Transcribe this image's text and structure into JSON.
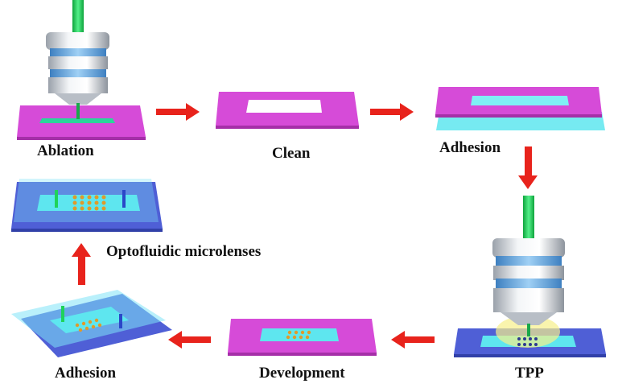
{
  "steps": {
    "ablation": "Ablation",
    "clean": "Clean",
    "adhesion_top": "Adhesion",
    "optofluidic": "Optofluidic microlenses",
    "adhesion_bottom": "Adhesion",
    "development": "Development",
    "tpp": "TPP"
  },
  "colors": {
    "arrow": "#e8231c",
    "magenta_film": "#d64bd8",
    "glass_cyan": "#5ee6ef",
    "substrate_blue": "#4f5fd6",
    "laser_green": "#1fd35a",
    "channel_green": "#2bd59a",
    "objective_silver": "#d9dde3",
    "objective_band": "#5aa0d8"
  },
  "icons": {
    "arrow": "red-arrow-icon",
    "objective": "microscope-objective-icon"
  }
}
